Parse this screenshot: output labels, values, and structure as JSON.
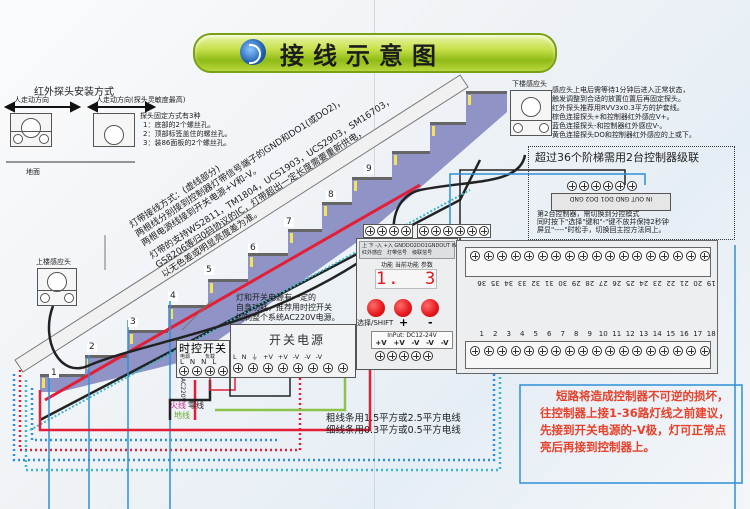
{
  "title": "接线示意图",
  "ir_mount": {
    "heading": "红外探头安装方式",
    "dir_left": "人走动方向",
    "dir_right": "人走动方向(探头灵敏度最高)",
    "fix_methods_title": "探头固定方式有3种",
    "fix_methods": [
      "1：底部的2个螺丝孔。",
      "2：顶部标签盖住的螺丝孔。",
      "3：装86面板的2个螺丝孔。"
    ],
    "ground_label": "地面"
  },
  "sensor_bottom_label": "下楼感应头",
  "sensor_top_label": "上楼感应头",
  "sensor_notes": [
    "感应头上电后需等待1分钟后进入正常状态，",
    "触发调整到合适的放置位置后再固定探头。",
    "红外探头推荐用RVV3x0.3平方的护套线。",
    "棕色连接探头+和控制器红外感应V+。",
    "蓝色连接探头-和控制器红外感应V-。",
    "黄色连接探头DO和控制器红外感应的上或下。"
  ],
  "cascade": {
    "heading": "超过36个阶梯需用2台控制器级联",
    "pins": "IN OUT GND DO1 DO2 GND",
    "pin_group_left": "级联信号",
    "pin_group_right": "灯带信号",
    "notes": [
      "第2台控制器，需切换到分控模式",
      "同时按下\"选择\"键和\"-\"键不放并保持2秒钟",
      "屏显\"----\"时松手，切换回主控方法同上。"
    ]
  },
  "strip_wiring_notes": [
    "灯带接线方式：(虚线部分)",
    "两根线分别接到控制器灯带信号端子的GND和DO1(或DO2)，",
    "两根电源线接到开关电源+V和-V。",
    "灯带的支持WS2811，TM1804，UCS1903，UCS2903，SM16703，",
    "GS8206等归0码协议的IC，灯带超出一定长度需要重新供电，",
    "以无色差或明显亮度差为准。"
  ],
  "steps": [
    "1",
    "2",
    "3",
    "4",
    "5",
    "6",
    "7",
    "8",
    "9"
  ],
  "controller": {
    "top_labels": [
      "上",
      "下",
      "-入",
      "+入",
      "GND",
      "DO2",
      "DO1",
      "GND",
      "OUT",
      "IN"
    ],
    "top_groups": [
      "红外感应",
      "灯带信号",
      "级联信号"
    ],
    "display_caption": "功能 当前功能 参数",
    "display_value": "1.  3",
    "buttons": [
      {
        "label": "选择/SHIFT",
        "name": "select-shift-button"
      },
      {
        "label": "+",
        "name": "plus-button"
      },
      {
        "label": "-",
        "name": "minus-button"
      }
    ],
    "input_label": "InPut: DC12-24V",
    "power_terminals": [
      "+V",
      "+V",
      "-V",
      "-V",
      "-V"
    ]
  },
  "terminals_top": [
    "36",
    "35",
    "34",
    "33",
    "32",
    "31",
    "30",
    "29",
    "28",
    "27",
    "26",
    "25",
    "24",
    "23",
    "22",
    "21",
    "20",
    "19"
  ],
  "terminals_bottom": [
    "1",
    "2",
    "3",
    "4",
    "5",
    "6",
    "7",
    "8",
    "9",
    "10",
    "11",
    "12",
    "13",
    "14",
    "15",
    "16",
    "17",
    "18"
  ],
  "power_note": [
    "灯和开关电源有一定的",
    "自身功耗，推荐用时控开关",
    "控制整个系统AC220V电源。"
  ],
  "timer_switch": {
    "title": "时控开关",
    "group_power": "电源",
    "group_load": "负载",
    "terminals": [
      "L",
      "N",
      "N",
      "L"
    ]
  },
  "psu": {
    "title": "开关电源",
    "terminals": [
      "L",
      "N",
      "⏚",
      "+V",
      "+V",
      "-V",
      "-V",
      "-V"
    ]
  },
  "ac_label": "AC220V",
  "wire_labels": {
    "live": "火线",
    "neutral": "零线",
    "ground": "地线"
  },
  "wire_spec": [
    "粗线条用1.5平方或2.5平方电线",
    "细线条用0.3平方或0.5平方电线"
  ],
  "warning": [
    "短路将造成控制器不可逆的损坏，",
    "往控制器上接1-36路灯线之前建议，",
    "先接到开关电源的-V极，灯可正常点",
    "亮后再接到控制器上。"
  ],
  "colors": {
    "banner": "#a6cc2a",
    "stairs": "#8f93c6",
    "wire_red": "#e21f36",
    "wire_blue": "#2f8fd8",
    "wire_black": "#222222",
    "wire_green": "#8bc34a",
    "wire_cyan": "#3ab7c9",
    "warning_text": "#e8412b",
    "button_red": "#e4161b",
    "segment_red": "#e4161b"
  }
}
